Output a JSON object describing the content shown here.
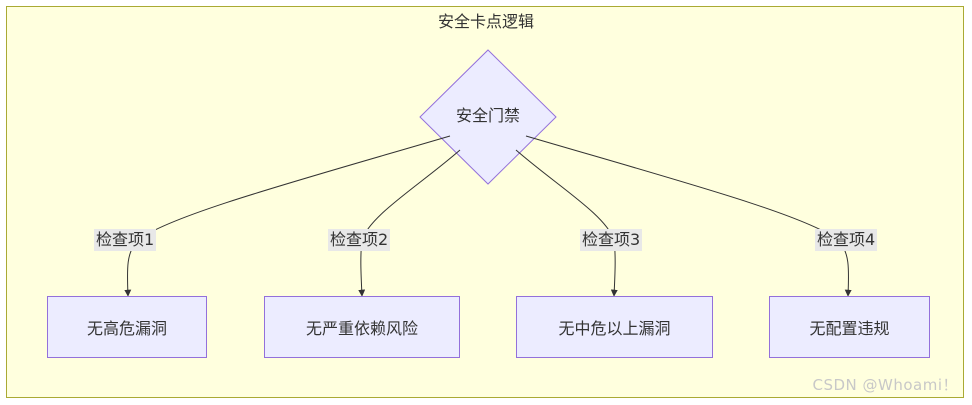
{
  "diagram": {
    "title": "安全卡点逻辑",
    "decision": "安全门禁",
    "edges": [
      "检查项1",
      "检查项2",
      "检查项3",
      "检查项4"
    ],
    "nodes": [
      "无高危漏洞",
      "无严重依赖风险",
      "无中危以上漏洞",
      "无配置违规"
    ],
    "colors": {
      "cluster_fill": "#ffffde",
      "cluster_border": "#aaaa33",
      "node_fill": "#ececff",
      "node_border": "#9370db",
      "edge_label_bg": "#e8e8e8",
      "text": "#333333"
    }
  },
  "watermark": "CSDN @Whoami！"
}
